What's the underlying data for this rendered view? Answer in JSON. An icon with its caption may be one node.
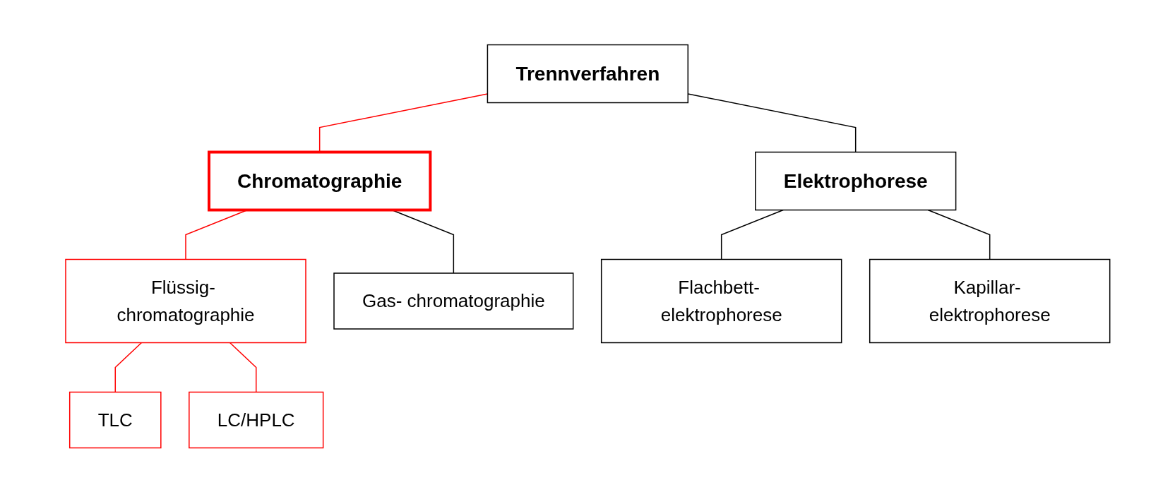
{
  "diagram": {
    "nodes": [
      {
        "text": [
          "Trennverfahren"
        ]
      },
      {
        "text": [
          "Chromatographie"
        ]
      },
      {
        "text": [
          "Elektrophorese"
        ]
      },
      {
        "text": [
          "Flüssig- chromatographie"
        ]
      },
      {
        "text": [
          "Gas- chromatographie"
        ]
      },
      {
        "text": [
          "Flachbett- elektrophorese"
        ]
      },
      {
        "text": [
          "Kapillar- elektrophorese"
        ]
      },
      {
        "text": [
          "TLC"
        ]
      },
      {
        "text": [
          "LC/HPLC"
        ]
      }
    ],
    "edges": [
      {
        "from": 0,
        "to": 1,
        "arrow": "none",
        "color": "#ff0000"
      },
      {
        "from": 0,
        "to": 2,
        "arrow": "none",
        "color": "#000000"
      },
      {
        "from": 1,
        "to": 3,
        "arrow": "none",
        "color": "#ff0000"
      },
      {
        "from": 1,
        "to": 4,
        "arrow": "none",
        "color": "#000000"
      },
      {
        "from": 2,
        "to": 5,
        "arrow": "none",
        "color": "#000000"
      },
      {
        "from": 2,
        "to": 6,
        "arrow": "none",
        "color": "#000000"
      },
      {
        "from": 3,
        "to": 7,
        "arrow": "none",
        "color": "#ff0000"
      },
      {
        "from": 3,
        "to": 8,
        "arrow": "none",
        "color": "#ff0000"
      }
    ]
  }
}
